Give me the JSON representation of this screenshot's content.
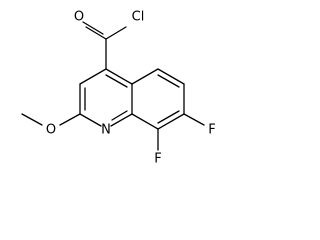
{
  "molecule": {
    "atoms": {
      "o_carbonyl": "O",
      "cl": "Cl",
      "n_ring": "N",
      "o_methoxy": "O",
      "f_upper": "F",
      "f_lower": "F"
    }
  },
  "colors": {
    "bond": "#000000",
    "label": "#000000",
    "background": "#ffffff"
  }
}
